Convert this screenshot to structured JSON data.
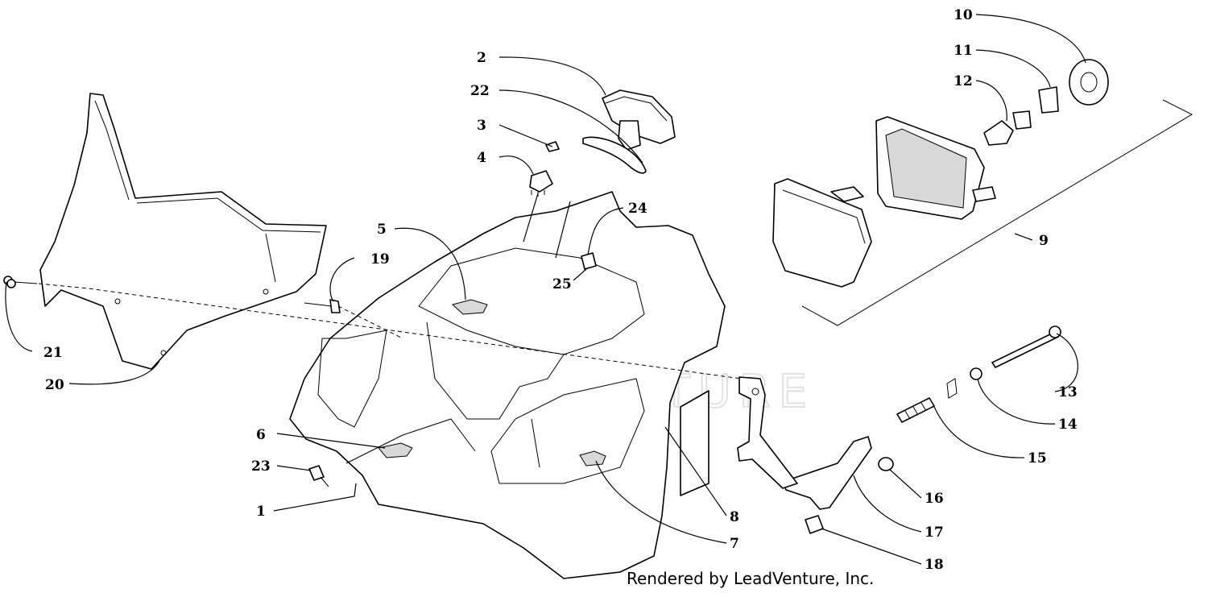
{
  "watermark": "LEADVENTURE",
  "footer": "Rendered by LeadVenture, Inc.",
  "callouts": [
    "1",
    "2",
    "3",
    "4",
    "5",
    "6",
    "7",
    "8",
    "9",
    "10",
    "11",
    "12",
    "13",
    "14",
    "15",
    "16",
    "17",
    "18",
    "19",
    "20",
    "21",
    "22",
    "23",
    "24",
    "25"
  ]
}
